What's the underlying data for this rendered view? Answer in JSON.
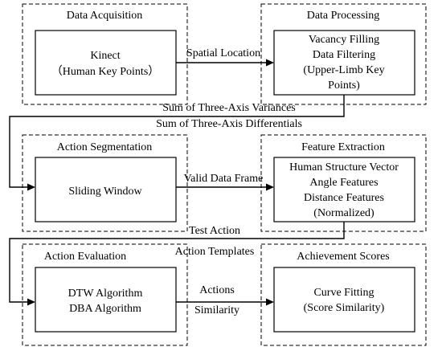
{
  "stages": {
    "acquisition": {
      "title": "Data Acquisition",
      "body": [
        "Kinect",
        "（Human Key Points）"
      ]
    },
    "processing": {
      "title": "Data Processing",
      "body": [
        "Vacancy Filling",
        "Data Filtering",
        "(Upper-Limb Key",
        "Points)"
      ]
    },
    "segmentation": {
      "title": "Action Segmentation",
      "body": [
        "Sliding Window"
      ]
    },
    "extraction": {
      "title": "Feature Extraction",
      "body": [
        "Human Structure Vector",
        "Angle Features",
        "Distance Features",
        "(Normalized)"
      ]
    },
    "evaluation": {
      "title": "Action Evaluation",
      "body": [
        "DTW Algorithm",
        "DBA Algorithm"
      ]
    },
    "scores": {
      "title": "Achievement Scores",
      "body": [
        "Curve Fitting",
        "(Score Similarity)"
      ]
    }
  },
  "edges": {
    "acq_to_proc": "Spatial Location",
    "proc_to_seg": [
      "Sum of Three-Axis Variances",
      "Sum of Three-Axis Differentials"
    ],
    "seg_to_ext": "Valid Data Frame",
    "ext_to_eval": [
      "Test Action",
      "Action Templates"
    ],
    "eval_to_scores": [
      "Actions",
      "Similarity"
    ]
  }
}
